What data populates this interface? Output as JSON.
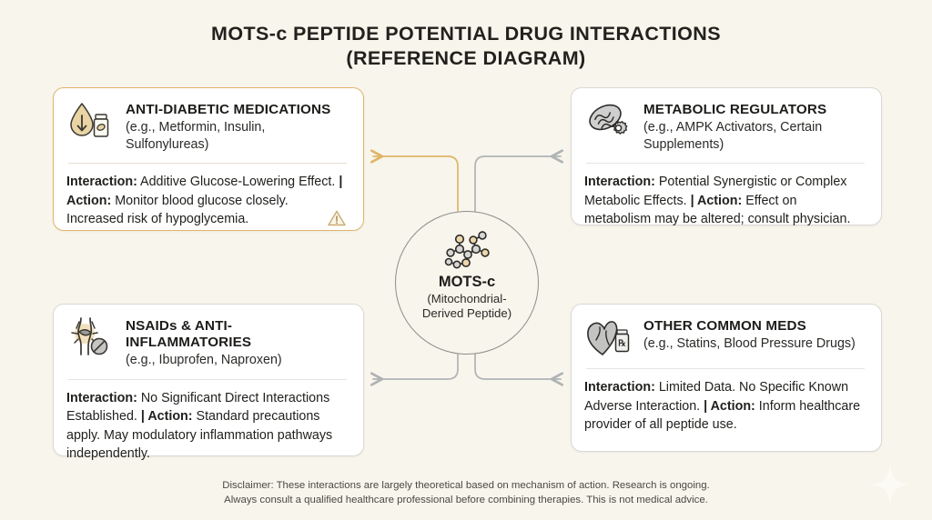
{
  "title": {
    "line1": "MOTS-c PEPTIDE POTENTIAL DRUG INTERACTIONS",
    "line2": "(REFERENCE DIAGRAM)"
  },
  "hub": {
    "icon": "molecule-icon",
    "name": "MOTS-c",
    "subtitle_line1": "(Mitochondrial-",
    "subtitle_line2": "Derived Peptide)"
  },
  "cards": [
    {
      "id": "antidiabetic",
      "icon": "blood-drop-down-arrow-vial-icon",
      "title": "ANTI-DIABETIC MEDICATIONS",
      "subtitle": "(e.g., Metformin, Insulin, Sulfonylureas)",
      "interaction_label": "Interaction:",
      "interaction_text": " Additive Glucose-Lowering Effect.",
      "action_label": "| Action:",
      "action_text": " Monitor blood glucose closely. Increased risk of hypoglycemia.",
      "badge_icon": "warning-triangle-icon",
      "accent_color": "#dfb668",
      "highlighted": true
    },
    {
      "id": "metabolic",
      "icon": "mitochondria-gear-icon",
      "title": "METABOLIC REGULATORS",
      "subtitle": "(e.g., AMPK Activators, Certain Supplements)",
      "interaction_label": "Interaction:",
      "interaction_text": " Potential Synergistic or Complex Metabolic Effects.",
      "action_label": "| Action:",
      "action_text": " Effect on metabolism may be altered; consult physician.",
      "badge_icon": null,
      "accent_color": "#d9d9d6",
      "highlighted": false
    },
    {
      "id": "nsaids",
      "icon": "inflamed-joint-pill-icon",
      "title": "NSAIDs & ANTI-INFLAMMATORIES",
      "subtitle": "(e.g., Ibuprofen, Naproxen)",
      "interaction_label": "Interaction:",
      "interaction_text": " No Significant Direct Interactions Established.",
      "action_label": "| Action:",
      "action_text": " Standard precautions apply. May modulatory inflammation pathways independently.",
      "badge_icon": null,
      "accent_color": "#d9d9d6",
      "highlighted": false
    },
    {
      "id": "othermeds",
      "icon": "heart-rx-vial-icon",
      "title": "OTHER COMMON MEDS",
      "subtitle": "(e.g., Statins, Blood Pressure Drugs)",
      "interaction_label": "Interaction:",
      "interaction_text": " Limited Data. No Specific Known Adverse Interaction.",
      "action_label": "| Action:",
      "action_text": " Inform healthcare provider of all peptide use.",
      "badge_icon": null,
      "accent_color": "#d9d9d6",
      "highlighted": false
    }
  ],
  "footer": {
    "line1": "Disclaimer: These interactions are largely theoretical based on mechanism of action. Research is ongoing.",
    "line2": "Always consult a qualified healthcare professional before combining therapies. This is not medical advice."
  },
  "decor": {
    "sparkle_icon": "four-point-star-icon"
  },
  "colors": {
    "background": "#f8f5ec",
    "card_background": "#ffffff",
    "accent_gold": "#dfb668",
    "connector_gray": "#b3b6b8",
    "text_primary": "#1d1c1a"
  }
}
